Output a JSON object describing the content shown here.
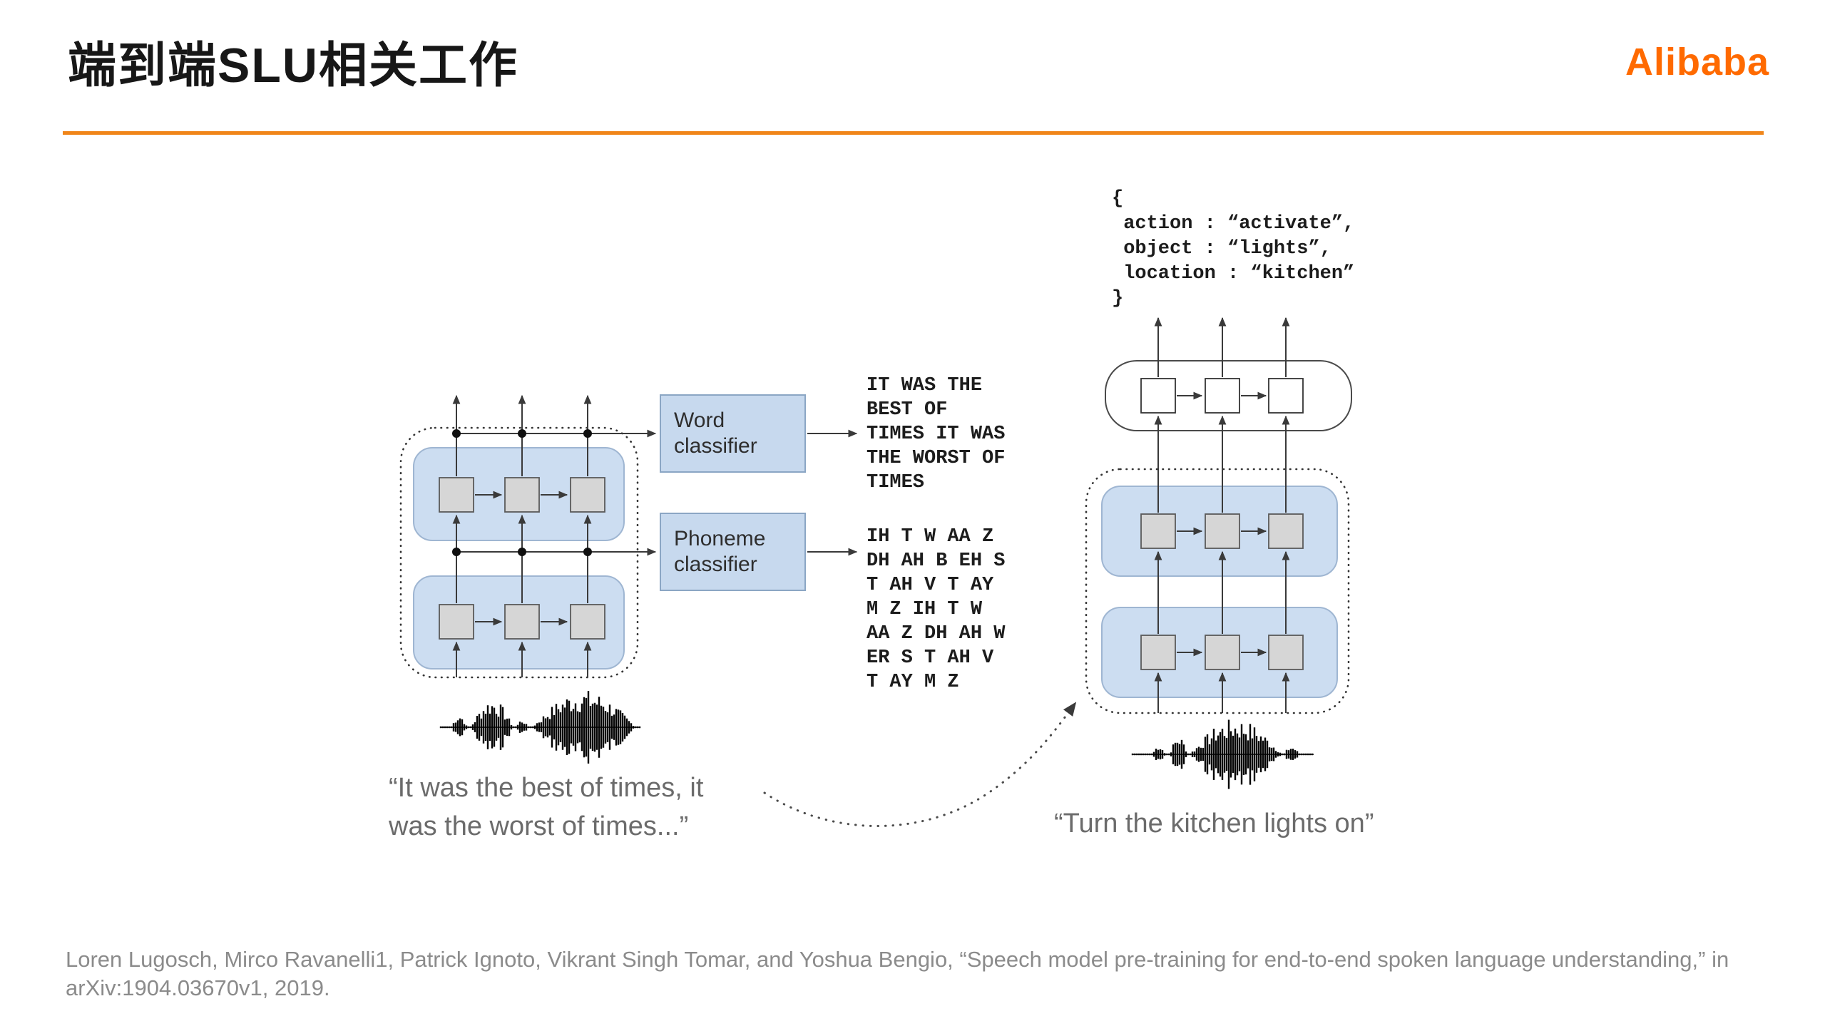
{
  "header": {
    "title": "端到端SLU相关工作",
    "logo": "Alibaba",
    "accent_color": "#F08519",
    "logo_color": "#FF6A00"
  },
  "diagram": {
    "left": {
      "word_classifier_label": "Word\nclassifier",
      "phoneme_classifier_label": "Phoneme\nclassifier",
      "word_output": "IT WAS THE\nBEST OF\nTIMES IT WAS\nTHE WORST OF\nTIMES",
      "phoneme_output": "IH T W AA Z\nDH AH B EH S\nT AH V T AY\nM Z IH T W\nAA Z DH AH W\nER S T AH V\nT AY M Z",
      "quote": "“It was the best of times, it\nwas the worst of times...”"
    },
    "right": {
      "intent_output": "{\n action : “activate”,\n object : “lights”,\n location : “kitchen”\n}",
      "quote": "“Turn the kitchen lights on”"
    },
    "box_fill_color": "#ccddf1",
    "square_fill_color": "#d6d6d6"
  },
  "citation": "Loren Lugosch, Mirco Ravanelli1, Patrick Ignoto, Vikrant Singh Tomar, and Yoshua Bengio, “Speech model pre-training for end-to-end spoken language understanding,” in arXiv:1904.03670v1, 2019."
}
